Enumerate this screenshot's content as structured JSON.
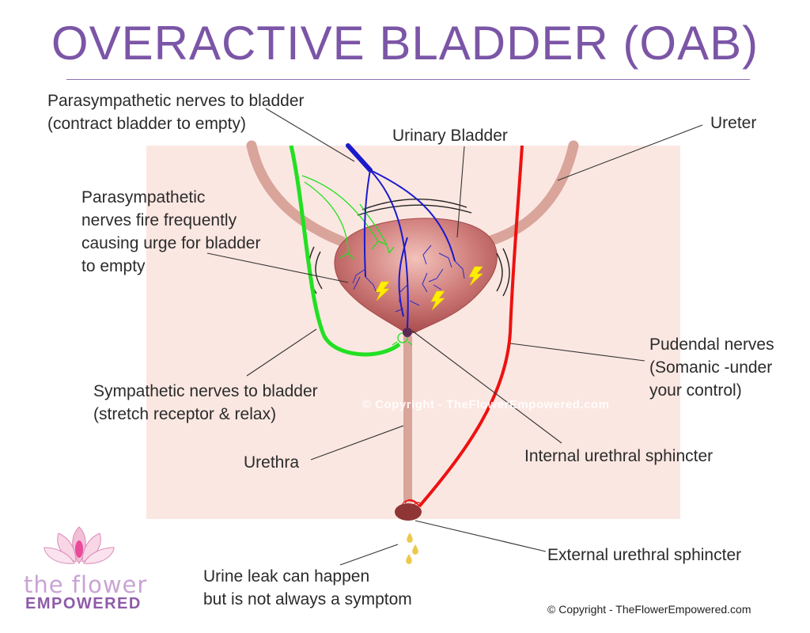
{
  "title": "OVERACTIVE BLADDER (OAB)",
  "labels": {
    "parasympathetic_nerves": [
      "Parasympathetic nerves to bladder",
      "(contract bladder to empty)"
    ],
    "urinary_bladder": "Urinary Bladder",
    "ureter": "Ureter",
    "parasympathetic_fire": [
      "Parasympathetic",
      "nerves fire frequently",
      "causing urge for bladder",
      "to empty"
    ],
    "pudendal_nerves": [
      "Pudendal nerves",
      "(Somanic -under",
      "your control)"
    ],
    "sympathetic_nerves": [
      "Sympathetic nerves to bladder",
      "(stretch receptor & relax)"
    ],
    "urethra": "Urethra",
    "internal_sphincter": "Internal urethral sphincter",
    "external_sphincter": "External urethral sphincter",
    "urine_leak": [
      "Urine leak can happen",
      "but is not always a symptom"
    ]
  },
  "watermark": "© Copyright - TheFlowerEmpowered.com",
  "copyright": "© Copyright - TheFlowerEmpowered.com",
  "logo": {
    "line1": "the flower",
    "line2": "EMPOWERED"
  },
  "colors": {
    "title": "#7b55a6",
    "panel": "#fbe7e1",
    "parasympathetic": "#1a1acc",
    "sympathetic": "#22e022",
    "pudendal": "#ee1111",
    "bladder": "#b85c5c",
    "ureter": "#d9a49a",
    "lightning": "#ffee00"
  }
}
